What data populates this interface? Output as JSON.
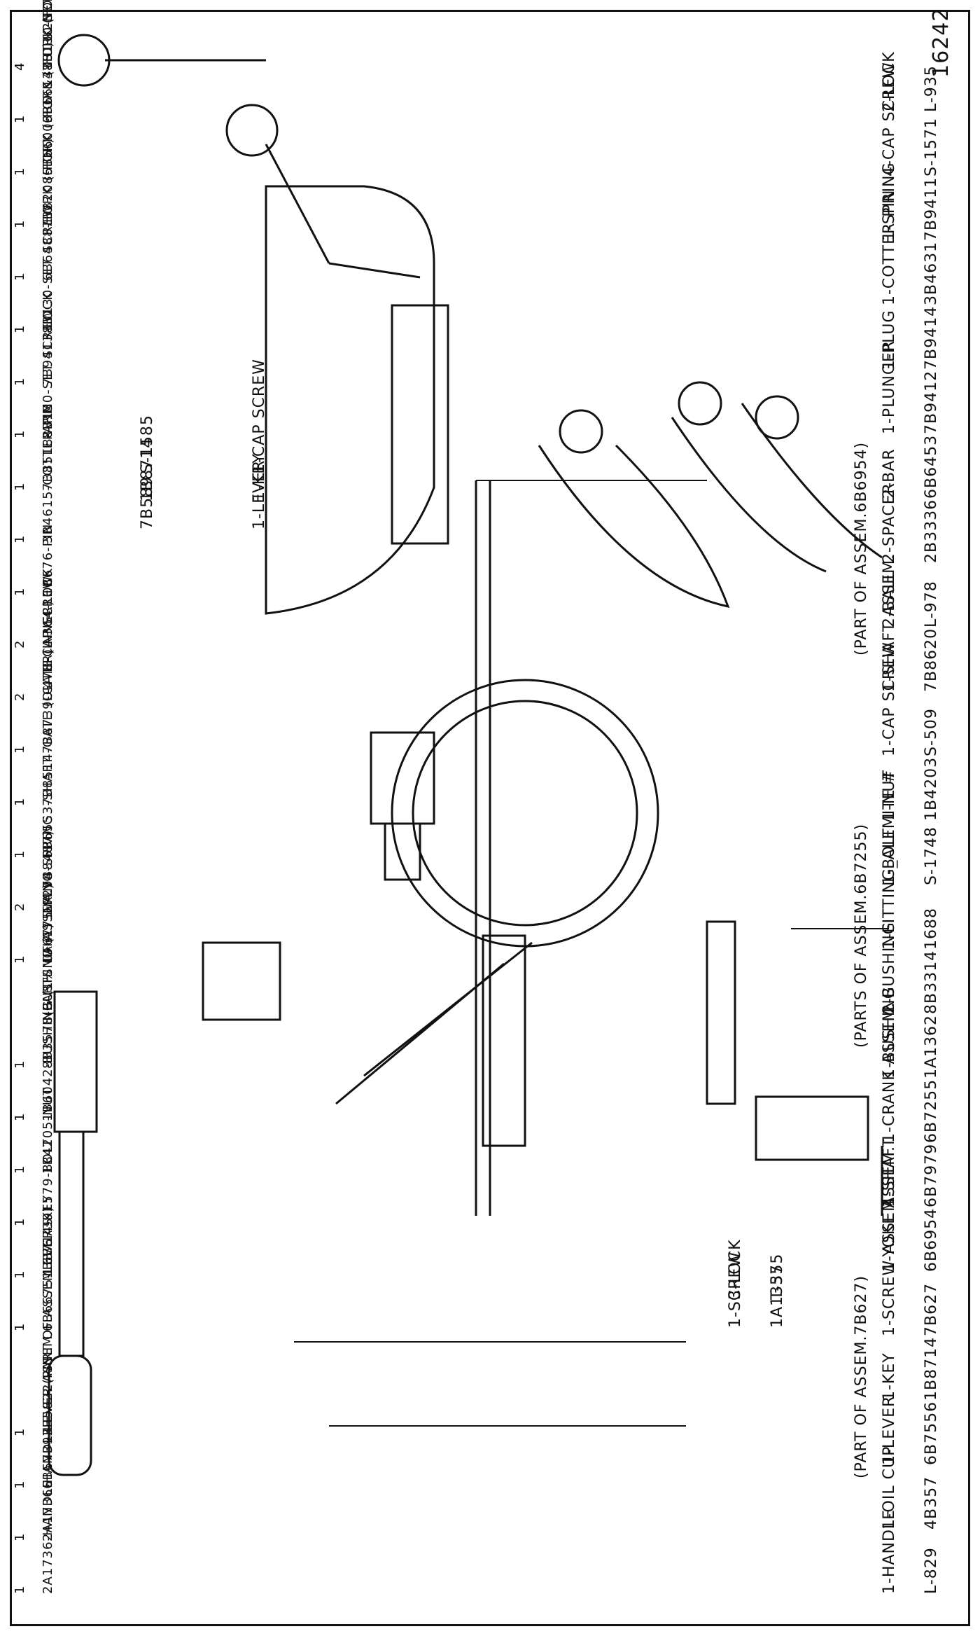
{
  "sheet_number": "16242",
  "left_group": [
    {
      "label": "1-HANDLE",
      "part": "L-829"
    },
    {
      "label": "1-OIL CUP",
      "part": "4B357"
    },
    {
      "label": "1-LEVER",
      "part": "6B7556"
    },
    {
      "label": "1-KEY",
      "part": "1B8714"
    },
    {
      "label": "1-SCREW ASSEM.",
      "part": "7B627"
    },
    {
      "label": "1-YOKE ASSEM.",
      "part": "6B6954"
    },
    {
      "label": "1-SHAFT",
      "part": "6B7979"
    },
    {
      "label": "1-CRANK ASSEM.",
      "part": "6B7255"
    },
    {
      "label": "1-BUSHING",
      "part": "1A1362"
    },
    {
      "label": "2-BUSHING",
      "part": "8B3314"
    },
    {
      "label": "1-FITTING_ALEMITE #",
      "part": "1688"
    },
    {
      "label": "1-BOLT",
      "part": "S-1748"
    },
    {
      "label": "1-NUT",
      "part": "1B4203"
    },
    {
      "label": "1-CAP SCREW",
      "part": "S-509"
    },
    {
      "label": "1-SHAFT ASSEM.",
      "part": "7B8620"
    },
    {
      "label": "2-BALL",
      "part": "L-978"
    },
    {
      "label": "2-SPACER",
      "part": "2B3336"
    },
    {
      "label": "2-BAR",
      "part": "6B6453"
    },
    {
      "label": "1-PLUNGER",
      "part": "7B9412"
    },
    {
      "label": "1-PLUG",
      "part": "7B9414"
    },
    {
      "label": "1-COTTER PIN",
      "part": "3B4631"
    },
    {
      "label": "1-SPRING",
      "part": "7B9411"
    },
    {
      "label": "4-CAP SCREW",
      "part": "S-1571"
    },
    {
      "label": "2-LOCK",
      "part": "L-935"
    }
  ],
  "left_notes": {
    "oil_cup": "(PART OF ASSEM.7B627)",
    "bushing": "(PARTS OF ASSEM.6B7255)",
    "ball": "(PART OF ASSEM.6B6954)"
  },
  "middle_group": [
    {
      "label": "1-LEVER",
      "part": "7B589"
    },
    {
      "label": "1-KEY",
      "part": "1B8714"
    },
    {
      "label": "1-CAP SCREW",
      "part": "S-1585"
    }
  ],
  "lower_group": [
    {
      "label": "1-SCREW",
      "part": "1A1357"
    },
    {
      "label": "3-LOCK",
      "part": "T-355"
    }
  ],
  "right_group": [
    {
      "text": "2A1736-HANDLE",
      "qty": "1"
    },
    {
      "text": "2A1736-HANDLE",
      "qty": "1"
    },
    {
      "text": "6B6739-LEVER ASSEM.",
      "qty": "1"
    },
    {
      "text": "3B5822-PIN",
      "qty": "1"
    },
    {
      "text": "(PART OF ASSEM.6B6739)",
      "qty": ""
    },
    {
      "text": "6B6675-LEVER",
      "qty": "1"
    },
    {
      "text": "1B8714-KEY",
      "qty": "1"
    },
    {
      "text": "S-1579-BOLT",
      "qty": "1"
    },
    {
      "text": "1B4205-NUT",
      "qty": "1"
    },
    {
      "text": "1B6042-BUSHING (1¼\" DIA.)",
      "qty": "1"
    },
    {
      "text": "8B3578-BUSHING (1\" DIA.)",
      "qty": "1"
    },
    {
      "text": "(PARTS OF ASSEM.7B8487)",
      "qty": ""
    },
    {
      "text": "1A6775-RING",
      "qty": "1"
    },
    {
      "text": "V-294-SPRING",
      "qty": "2"
    },
    {
      "text": "6B6553-SHAFT",
      "qty": "1"
    },
    {
      "text": "7B8514-GATE (OUTER)",
      "qty": "1"
    },
    {
      "text": "7B8739-GATE (INNER)",
      "qty": "1"
    },
    {
      "text": "L-478-CAP SCREW",
      "qty": "2"
    },
    {
      "text": "L-364-LOCK",
      "qty": "2"
    },
    {
      "text": "1B676-PIN",
      "qty": "1"
    },
    {
      "text": "3B4615-COTTER PIN",
      "qty": "1"
    },
    {
      "text": "7B8518-ARM",
      "qty": "1"
    },
    {
      "text": "8B130-SET SCREW",
      "qty": "1"
    },
    {
      "text": "7B9413-LOCK",
      "qty": "1"
    },
    {
      "text": "8B130-SET SCREW",
      "qty": "1"
    },
    {
      "text": "6B6488-FORK (5TH.)",
      "qty": "1"
    },
    {
      "text": "7B8208-FORK (3RD.&4TH.)",
      "qty": "1"
    },
    {
      "text": "6B6600-FORK (1ST.&2ND.)",
      "qty": "1"
    },
    {
      "text": "6B6613-FORK (FORWARD&REVERSE)",
      "qty": "1"
    },
    {
      "text": "8B130-SET SCREW",
      "qty": "4"
    }
  ]
}
